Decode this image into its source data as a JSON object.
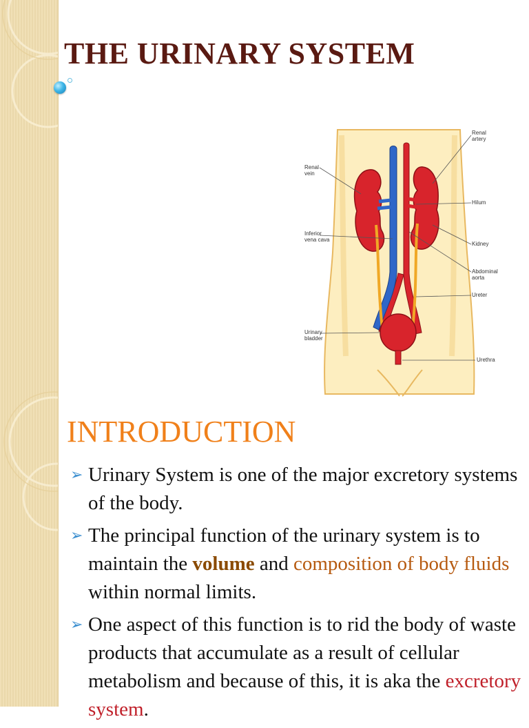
{
  "slide": {
    "title": "THE URINARY SYSTEM",
    "section_heading": "INTRODUCTION"
  },
  "figure": {
    "labels": {
      "renal_artery": "Renal\nartery",
      "renal_vein": "Renal\nvein",
      "hilum": "Hilum",
      "inferior_vena_cava": "Inferior\nvena cava",
      "kidney": "Kidney",
      "abdominal_aorta": "Abdominal\naorta",
      "ureter": "Ureter",
      "urinary_bladder": "Urinary\nbladder",
      "urethra": "Urethra"
    }
  },
  "bullets": [
    {
      "text1": "Urinary System is one of the major excretory systems of the body."
    },
    {
      "text1": "The principal function of the urinary system is to maintain the ",
      "highlight1": "volume",
      "text2": " and ",
      "highlight2": "composition of body fluids",
      "text3": " within normal limits."
    },
    {
      "text1": "One aspect of this function is to rid the body of waste products that accumulate as a result of cellular metabolism and because of this, it is aka the ",
      "highlight1": "excretory system",
      "text2": "."
    }
  ],
  "colors": {
    "title": "#5a1a12",
    "heading": "#f0801a",
    "sidebar": "#efdcae",
    "bullet_arrow": "#3c8fd0"
  }
}
